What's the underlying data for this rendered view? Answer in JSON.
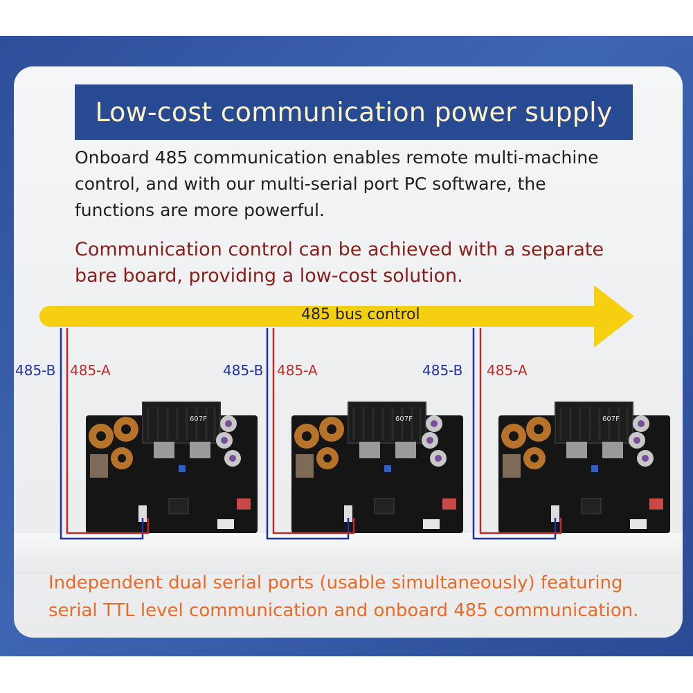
{
  "title": "Low-cost communication power supply",
  "description_lines": [
    "Onboard 485 communication enables remote multi-machine",
    "control, and with our multi-serial port PC software, the",
    "functions are more powerful."
  ],
  "note_lines": [
    "Communication control can be achieved with a separate",
    "bare board, providing a low-cost solution."
  ],
  "bus_label": "485 bus control",
  "units": [
    {
      "label_b": "485-B",
      "label_a": "485-A",
      "board_text": "607F"
    },
    {
      "label_b": "485-B",
      "label_a": "485-A",
      "board_text": "607F"
    },
    {
      "label_b": "485-B",
      "label_a": "485-A",
      "board_text": "607F"
    }
  ],
  "footer_lines": [
    "Independent dual serial ports (usable simultaneously) featuring",
    "serial TTL level communication and onboard 485 communication."
  ],
  "colors": {
    "outer_blue": "#3358a6",
    "title_bg": "#284a92",
    "title_text": "#fff4c8",
    "note_text": "#8a1f18",
    "footer_text": "#ea6a26",
    "arrow": "#f6cf10",
    "wire_b": "#1e2fa8",
    "wire_a": "#c22a2a",
    "pcb": "#151515"
  }
}
